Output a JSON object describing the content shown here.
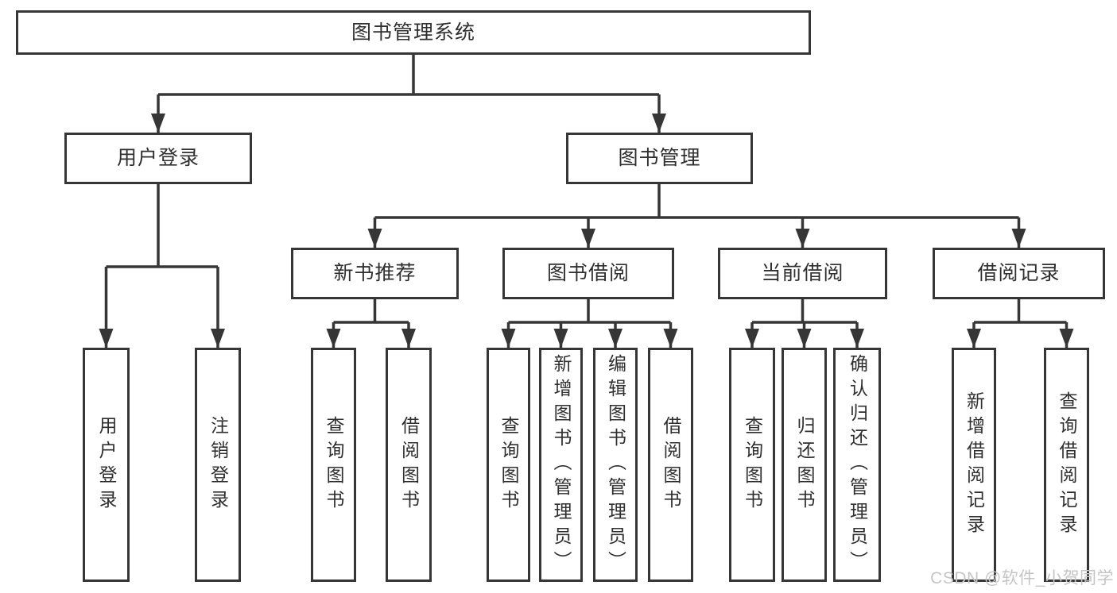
{
  "diagram": {
    "root": {
      "label": "图书管理系统"
    },
    "level2": [
      {
        "label": "用户登录"
      },
      {
        "label": "图书管理"
      }
    ],
    "level3": [
      {
        "label": "新书推荐"
      },
      {
        "label": "图书借阅"
      },
      {
        "label": "当前借阅"
      },
      {
        "label": "借阅记录"
      }
    ],
    "leaves": {
      "user_login": [
        {
          "label": "用户登录"
        },
        {
          "label": "注销登录"
        }
      ],
      "new_book_recommend": [
        {
          "label": "查询图书"
        },
        {
          "label": "借阅图书"
        }
      ],
      "book_borrow": [
        {
          "label": "查询图书"
        },
        {
          "label": "新增图书（管理员）"
        },
        {
          "label": "编辑图书（管理员）"
        },
        {
          "label": "借阅图书"
        }
      ],
      "current_borrow": [
        {
          "label": "查询图书"
        },
        {
          "label": "归还图书"
        },
        {
          "label": "确认归还（管理员）"
        }
      ],
      "borrow_records": [
        {
          "label": "新增借阅记录"
        },
        {
          "label": "查询借阅记录"
        }
      ]
    }
  },
  "watermark": {
    "text": "CSDN @软件_小贺同学"
  },
  "colors": {
    "line": "#363636",
    "text": "#2f2f2f",
    "box_bg": "#ffffff",
    "page_bg": "#ffffff",
    "watermark": "#c5c5c5"
  }
}
